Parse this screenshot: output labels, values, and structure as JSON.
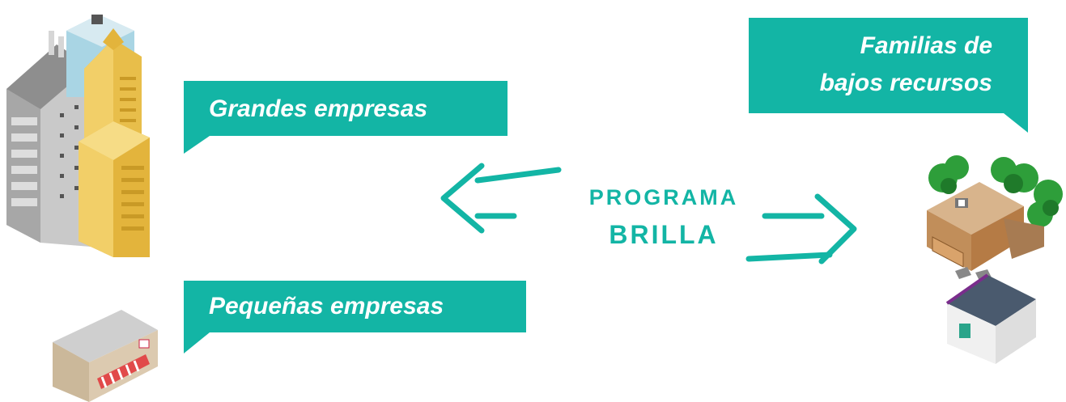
{
  "colors": {
    "teal": "#13b5a5",
    "white": "#ffffff"
  },
  "icons": [
    "office-buildings-icon",
    "small-shop-icon",
    "family-homes-icon",
    "left-arrow-icon",
    "right-arrow-icon"
  ],
  "boxes": {
    "grandes": "Grandes empresas",
    "pequenas": "Pequeñas empresas",
    "familias_line1": "Familias de",
    "familias_line2": "bajos recursos"
  },
  "center": {
    "line1": "PROGRAMA",
    "line2": "BRILLA"
  }
}
